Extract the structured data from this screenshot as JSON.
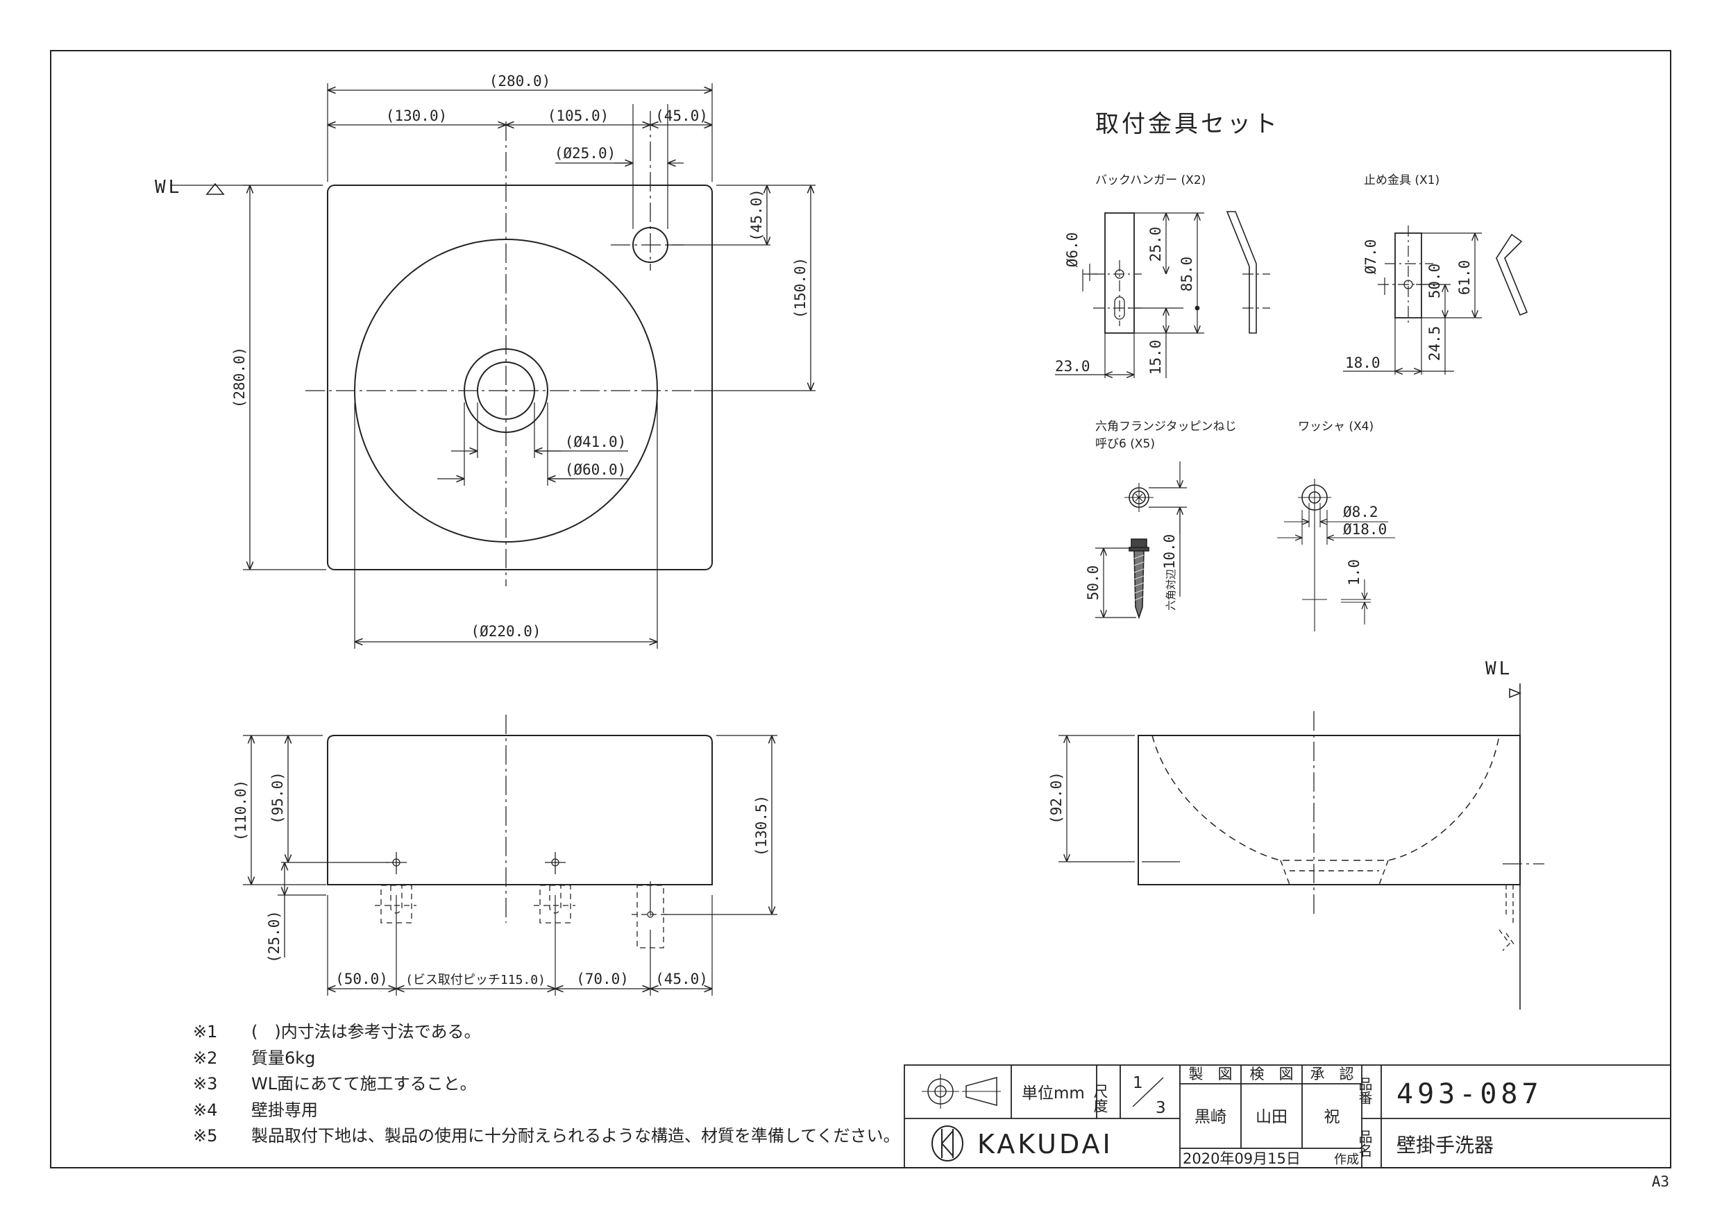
{
  "title_block": {
    "unit_label": "単位mm",
    "scale_label": "尺度",
    "scale_num": "1",
    "scale_den": "3",
    "col_drawn": "製　図",
    "col_checked": "検　図",
    "col_approved": "承　認",
    "drawn_by": "黒崎",
    "checked_by": "山田",
    "approved_by": "祝",
    "part_no_label": "品番",
    "part_no": "493-087",
    "part_name_label": "品名",
    "part_name": "壁掛手洗器",
    "company": "KAKUDAI",
    "date": "2020年09月15日",
    "created": "作成",
    "paper": "A3"
  },
  "notes": [
    {
      "mark": "※1",
      "text": "(　)内寸法は参考寸法である。"
    },
    {
      "mark": "※2",
      "text": "質量6kg"
    },
    {
      "mark": "※3",
      "text": "WL面にあてて施工すること。"
    },
    {
      "mark": "※4",
      "text": "壁掛専用"
    },
    {
      "mark": "※5",
      "text": "製品取付下地は、製品の使用に十分耐えられるような構造、材質を準備してください。"
    }
  ],
  "hardware": {
    "heading": "取付金具セット",
    "back_hanger": "バックハンガー (X2)",
    "stop_bracket": "止め金具 (X1)",
    "screw_line1": "六角フランジタッピンねじ",
    "screw_line2": "呼び6 (X5)",
    "washer": "ワッシャ (X4)"
  },
  "wl_label": "WL",
  "dims": {
    "top_280": "(280.0)",
    "top_130": "(130.0)",
    "top_105": "(105.0)",
    "top_45": "(45.0)",
    "d25": "(Ø25.0)",
    "d41": "(Ø41.0)",
    "d60": "(Ø60.0)",
    "d220": "(Ø220.0)",
    "left_280": "(280.0)",
    "right_150": "(150.0)",
    "right_45": "(45.0)",
    "front_110": "(110.0)",
    "front_95": "(95.0)",
    "front_25": "(25.0)",
    "front_1305": "(130.5)",
    "bot_50": "(50.0)",
    "bot_115": "(ビス取付ピッチ115.0)",
    "bot_70": "(70.0)",
    "bot_45": "(45.0)",
    "side_92": "(92.0)",
    "bh_d6": "Ø6.0",
    "bh_25": "25.0",
    "bh_85": "85.0",
    "bh_15": "15.0",
    "bh_23": "23.0",
    "sb_d7": "Ø7.0",
    "sb_50": "50.0",
    "sb_61": "61.0",
    "sb_245": "24.5",
    "sb_18": "18.0",
    "sc_10": "10.0",
    "sc_hex": "六角対辺",
    "sc_50": "50.0",
    "w_82": "Ø8.2",
    "w_18": "Ø18.0",
    "w_1": "1.0"
  }
}
